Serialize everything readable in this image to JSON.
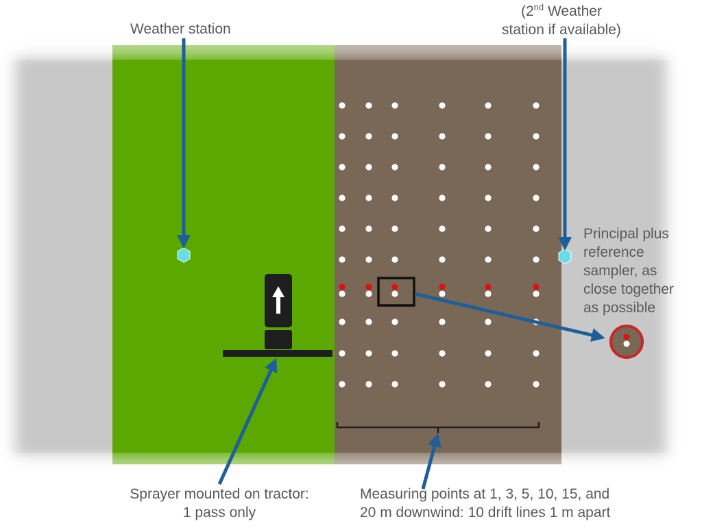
{
  "labels": {
    "weather_station": "Weather station",
    "second_station": {
      "prefix": "(2",
      "sup": "nd",
      "suffix": " Weather",
      "line2": "station if available)"
    },
    "sampler": [
      "Principal plus",
      "reference",
      "sampler, as",
      "close together",
      "as possible"
    ],
    "sprayer": [
      "Sprayer mounted on tractor:",
      "1 pass only"
    ],
    "measuring": [
      "Measuring points at 1, 3, 5, 10, 15, and",
      "20 m downwind: 10 drift lines 1 m apart"
    ]
  },
  "colors": {
    "grass": "#5aa800",
    "soil": "#7a6856",
    "border_gray": "#c8c8c8",
    "arrow_blue": "#1f5f99",
    "station_cyan": "#66dde8",
    "sampler_red": "#e01010",
    "tractor": "#1e1e1e",
    "label_gray": "#595959"
  },
  "icons": {
    "station": "hexagon-icon",
    "tractor": "tractor-icon",
    "direction": "up-arrow-icon",
    "zoom": "magnify-circle-icon"
  }
}
